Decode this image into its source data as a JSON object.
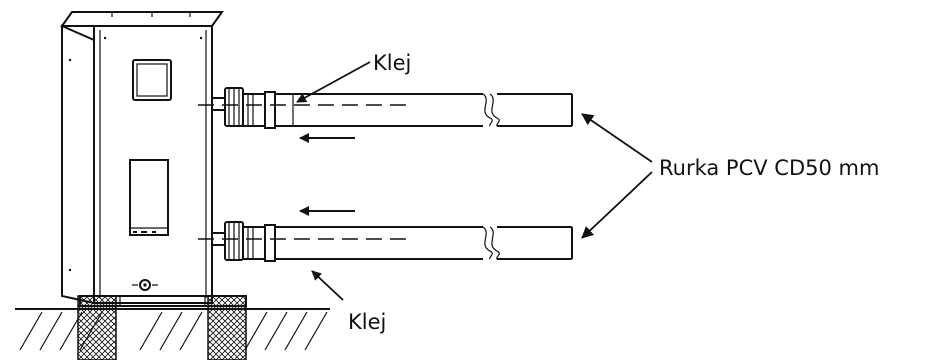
{
  "labels": {
    "glue_top": "Klej",
    "glue_bottom": "Klej",
    "pipe": "Rurka PCV CD50 mm"
  },
  "colors": {
    "line": "#111111",
    "background": "#ffffff"
  },
  "icons": {
    "arrow": "arrow-icon"
  }
}
